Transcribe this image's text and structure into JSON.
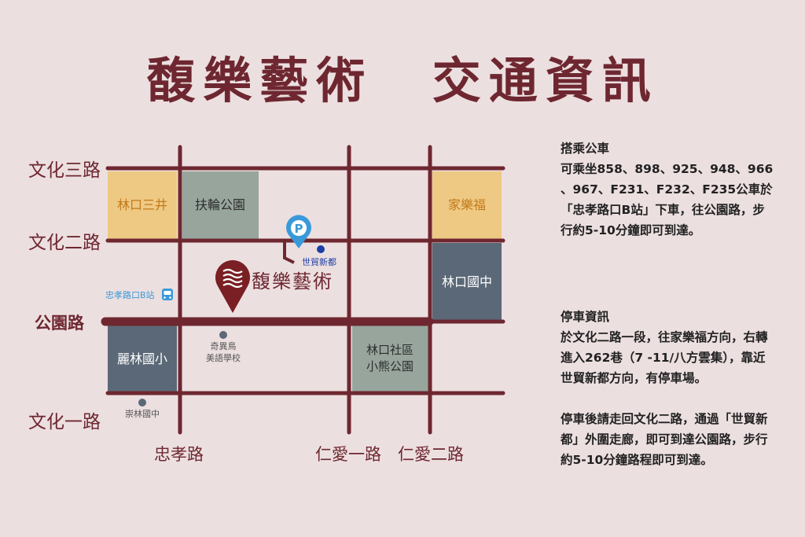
{
  "title": {
    "part1": "馥樂藝術",
    "part2": "交通資訊"
  },
  "roads": {
    "wenhua3": "文化三路",
    "wenhua2": "文化二路",
    "gongyuan": "公園路",
    "wenhua1": "文化一路",
    "zhongxiao": "忠孝路",
    "renai1": "仁愛一路",
    "renai2": "仁愛二路"
  },
  "blocks": {
    "linkou_mitsui": "林口三井",
    "fulun_park": "扶輪公園",
    "carrefour": "家樂福",
    "linkou_junior_high": "林口國中",
    "lilin_elementary": "麗林國小",
    "community_park_line1": "林口社區",
    "community_park_line2": "小熊公園"
  },
  "pois": {
    "shimao": "世貿新都",
    "bus_stop": "忠孝路口B站",
    "qiyi_line1": "奇異鳥",
    "qiyi_line2": "美語學校",
    "chonglin": "崇林國中",
    "venue": "馥樂藝術",
    "parking_symbol": "P"
  },
  "info": {
    "bus": {
      "heading": "搭乘公車",
      "lines": [
        "可乘坐858、898、925、948、966",
        "、967、F231、F232、F235公車於",
        "「忠孝路口B站」下車，往公園路，步",
        "行約5-10分鐘即可到達。"
      ]
    },
    "parking": {
      "heading": "停車資訊",
      "lines": [
        "於文化二路一段，往家樂福方向，右轉",
        "進入262巷（7 -11/八方雲集），靠近",
        "世貿新都方向，有停車場。"
      ]
    },
    "walk": {
      "lines": [
        "停車後請走回文化二路，通過「世貿新",
        "都」外圍走廊，即可到達公園路，步行",
        "約5-10分鐘路程即可到達。"
      ]
    }
  },
  "colors": {
    "background": "#ecdfe0",
    "road": "#6e2730",
    "block_yellow": "#eec984",
    "block_gray_green": "#97a59d",
    "block_slate": "#5b6877",
    "label_orange": "#c37a1a",
    "bus_blue": "#3a9ad9"
  }
}
